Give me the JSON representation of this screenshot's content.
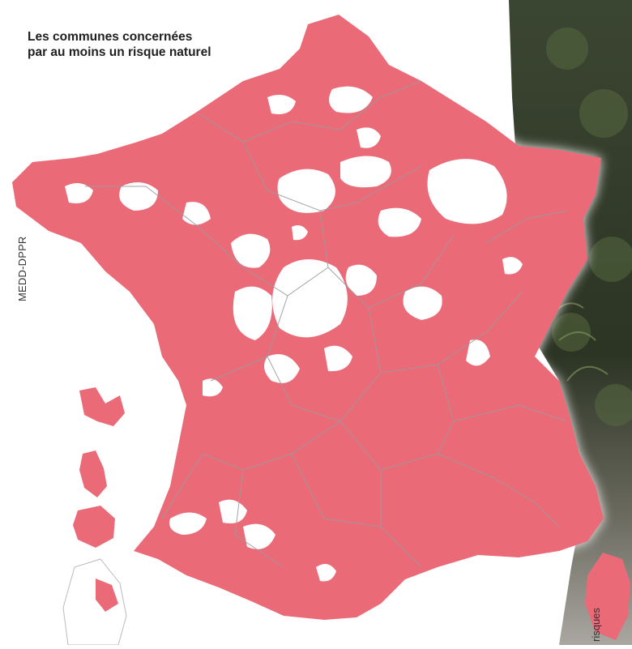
{
  "map": {
    "title_line1": "Les communes concernées",
    "title_line2": "par au moins un risque naturel",
    "source": "MEDD-DPPR",
    "side_caption": "risques",
    "colors": {
      "risk_area": "#eb6a78",
      "no_risk_area": "#ffffff",
      "boundaries": "#9a9a9a",
      "photo_dark": "#2f3a29"
    }
  }
}
